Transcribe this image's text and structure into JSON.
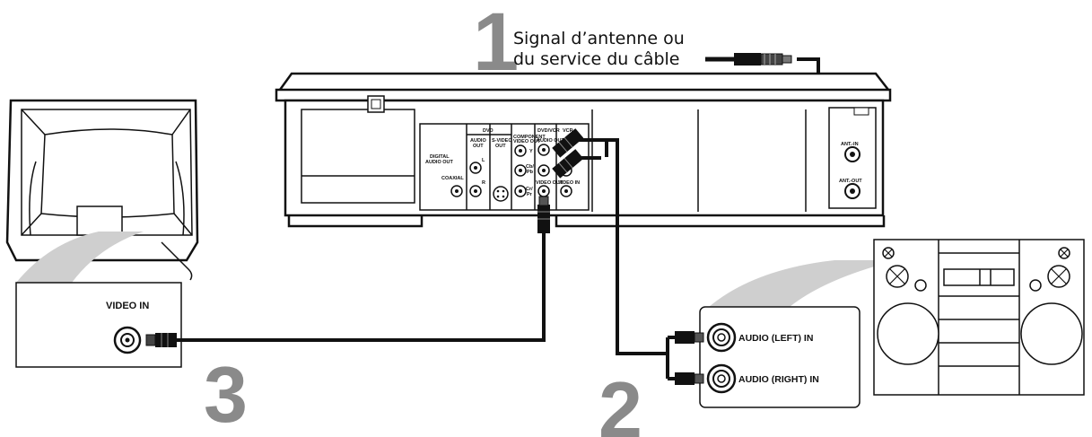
{
  "steps": {
    "one": "1",
    "two": "2",
    "three": "3"
  },
  "antenna_caption": {
    "line1": "Signal d’antenne ou",
    "line2": "du service du câble"
  },
  "tv": {
    "input_label": "VIDEO IN"
  },
  "stereo": {
    "left_label": "AUDIO (LEFT) IN",
    "right_label": "AUDIO (RIGHT) IN"
  },
  "recorder_panel": {
    "digital_audio_out_1": "DIGITAL",
    "digital_audio_out_2": "AUDIO OUT",
    "coaxial": "COAXIAL",
    "dvd": "DVD",
    "audio_out_1": "AUDIO",
    "audio_out_2": "OUT",
    "audio_l": "L",
    "audio_r": "R",
    "svideo_1": "S-VIDEO",
    "svideo_2": "OUT",
    "component_1": "COMPONENT",
    "component_2": "VIDEO OUT",
    "comp_y": "Y",
    "comp_cb": "Cb/",
    "comp_pb": "Pb",
    "comp_cr": "Cr/",
    "comp_pr": "Pr",
    "dvdvcr": "DVD/VCR",
    "vcr": "VCR",
    "audio_out_mid": "AUDIO OUT",
    "video_out": "VIDEO OUT",
    "video_in": "VIDEO IN",
    "ant_in": "ANT.-IN",
    "ant_out": "ANT.-OUT"
  }
}
